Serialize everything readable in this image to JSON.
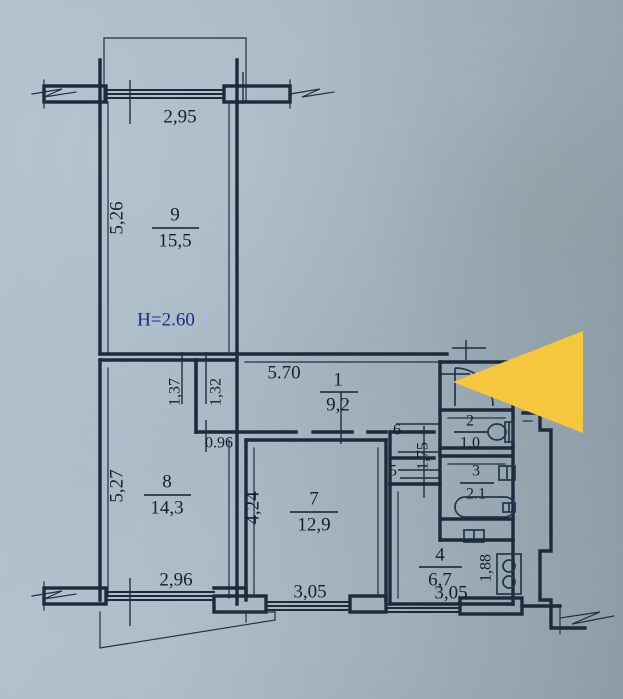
{
  "document": {
    "kind": "apartment-floor-plan",
    "ceiling_height_label": "H=2.60"
  },
  "rooms": [
    {
      "id": "room-1",
      "number": "1",
      "area": "9,2",
      "name_hint": "hallway"
    },
    {
      "id": "room-2",
      "number": "2",
      "area": "1,0",
      "name_hint": "toilet"
    },
    {
      "id": "room-3",
      "number": "3",
      "area": "2.1",
      "name_hint": "bathroom"
    },
    {
      "id": "room-4",
      "number": "4",
      "area": "6,7",
      "name_hint": "kitchen"
    },
    {
      "id": "room-5",
      "number": "5",
      "area": "",
      "name_hint": "closet"
    },
    {
      "id": "room-6",
      "number": "6",
      "area": "",
      "name_hint": "closet"
    },
    {
      "id": "room-7",
      "number": "7",
      "area": "12,9",
      "name_hint": "room"
    },
    {
      "id": "room-8",
      "number": "8",
      "area": "14,3",
      "name_hint": "room"
    },
    {
      "id": "room-9",
      "number": "9",
      "area": "15,5",
      "name_hint": "room"
    }
  ],
  "dimensions": {
    "top_window": "2,95",
    "room9_left": "5,26",
    "room8_left": "5,27",
    "hall_top": "5.70",
    "wall_1_37": "1,37",
    "wall_1_32": "1,32",
    "opening_0_96": "0.96",
    "room7_left": "4,24",
    "room8_bottom": "2,96",
    "room7_bottom": "3,05",
    "kitchen_bottom": "3,05",
    "bath_block_height": "1,75",
    "kitchen_right": "1,88"
  },
  "colors": {
    "paper": "#a6b7c4",
    "ink": "#1c2a3c",
    "ink_blue": "#1a2d8a",
    "arrow": "#f6c63c"
  },
  "overlay": {
    "arrow": {
      "name": "yellow-pointer-arrow",
      "direction": "left"
    }
  }
}
